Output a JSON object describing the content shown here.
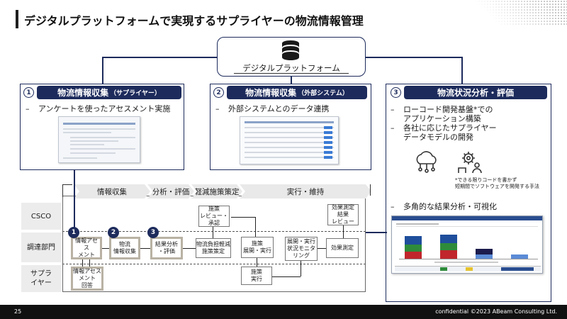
{
  "header": {
    "title": "デジタルプラットフォームで実現するサプライヤーの物流情報管理"
  },
  "platform": {
    "label": "デジタルプラットフォーム",
    "icon": "database-icon"
  },
  "panels": [
    {
      "num": "1",
      "title": "物流情報収集",
      "sub": "（サプライヤー）",
      "bullets": [
        "アンケートを使ったアセスメント実施"
      ]
    },
    {
      "num": "2",
      "title": "物流情報収集",
      "sub": "（外部システム）",
      "bullets": [
        "外部システムとのデータ連携"
      ]
    },
    {
      "num": "3",
      "title": "物流状況分析・評価",
      "sub": "",
      "bullets": [
        "ローコード開発基盤*での",
        "アプリケーション構築",
        "各社に応じたサプライヤー",
        "データモデルの開発"
      ],
      "note1": "*できる限りコードを書かず",
      "note2": "短期間でソフトウェアを開発する手法",
      "bullet2": "多角的な結果分析・可視化",
      "icons": [
        "cloud-network-icon",
        "gear-person-icon"
      ]
    }
  ],
  "dash": "–",
  "process": {
    "phases": [
      "情報収集",
      "分析・評価",
      "軽減施策策定",
      "実行・維持"
    ],
    "lanes": [
      "CSCO",
      "調達部門",
      "サプラ\nイヤー"
    ],
    "boxes": {
      "b1": "情報アセス\nメント",
      "b2": "物流\n情報収集",
      "b3": "結果分析\n・評価",
      "b4": "物流負担軽減\n施策策定",
      "b5": "施策\nレビュー・\n承認",
      "b6": "施策\n展開・実行",
      "b7": "展開・実行\n状況モニタ\nリング",
      "b8": "効果測定",
      "b9": "効果測定\n結果\nレビュー",
      "b10": "情報アセス\nメント\n回答",
      "b11": "施策\n実行"
    },
    "nums": [
      "1",
      "2",
      "3"
    ]
  },
  "footer": {
    "page": "25",
    "confidential": "confidential  ©2023 ABeam Consulting Ltd."
  },
  "colors": {
    "navy": "#1d2b5c",
    "bar_blue": "#1f4e9c",
    "bar_green": "#2e8b3a",
    "bar_red": "#c0262c",
    "bar_dark": "#1b1b4d",
    "bar_light": "#5b8bd6"
  }
}
